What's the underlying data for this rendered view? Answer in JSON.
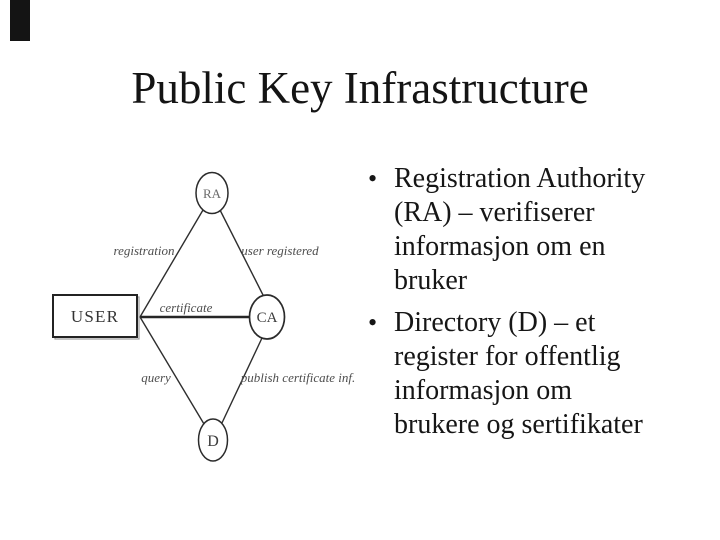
{
  "slide": {
    "title": "Public Key Infrastructure",
    "background_color": "#ffffff",
    "text_color": "#141414",
    "corner_mark_color": "#141414"
  },
  "diagram": {
    "nodes": {
      "user": "USER",
      "ra": "RA",
      "ca": "CA",
      "d": "D"
    },
    "edge_labels": {
      "registration": "registration",
      "user_registered": "user registered",
      "certificate": "certificate",
      "query": "query",
      "publish": "publish certificate inf."
    }
  },
  "bullets": [
    {
      "marker": "•",
      "lines": [
        "Registration Authority",
        "(RA) – verifiserer",
        "informasjon om en",
        "bruker"
      ]
    },
    {
      "marker": "•",
      "lines": [
        "Directory (D) – et",
        "register for offentlig",
        "informasjon om",
        "brukere og sertifikater"
      ]
    }
  ]
}
